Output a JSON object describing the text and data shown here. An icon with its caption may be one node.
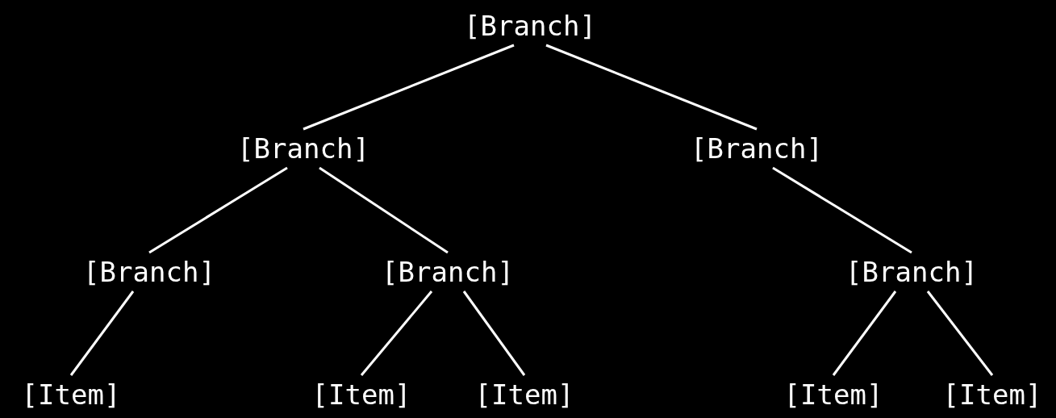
{
  "diagram": {
    "nodes": [
      {
        "text": [
          "[Branch]"
        ]
      },
      {
        "text": [
          "[Branch]"
        ]
      },
      {
        "text": [
          "[Branch]"
        ]
      },
      {
        "text": [
          "[Branch]"
        ]
      },
      {
        "text": [
          "[Branch]"
        ]
      },
      {
        "text": [
          "[Branch]"
        ]
      },
      {
        "text": [
          "[Item]"
        ]
      },
      {
        "text": [
          "[Item]"
        ]
      },
      {
        "text": [
          "[Item]"
        ]
      },
      {
        "text": [
          "[Item]"
        ]
      },
      {
        "text": [
          "[Item]"
        ]
      }
    ],
    "edges": [
      {
        "from": 0,
        "to": 1,
        "arrow": "none"
      },
      {
        "from": 0,
        "to": 2,
        "arrow": "none"
      },
      {
        "from": 1,
        "to": 3,
        "arrow": "none"
      },
      {
        "from": 1,
        "to": 4,
        "arrow": "none"
      },
      {
        "from": 2,
        "to": 5,
        "arrow": "none"
      },
      {
        "from": 3,
        "to": 6,
        "arrow": "none"
      },
      {
        "from": 4,
        "to": 7,
        "arrow": "none"
      },
      {
        "from": 4,
        "to": 8,
        "arrow": "none"
      },
      {
        "from": 5,
        "to": 9,
        "arrow": "none"
      },
      {
        "from": 5,
        "to": 10,
        "arrow": "none"
      }
    ]
  }
}
